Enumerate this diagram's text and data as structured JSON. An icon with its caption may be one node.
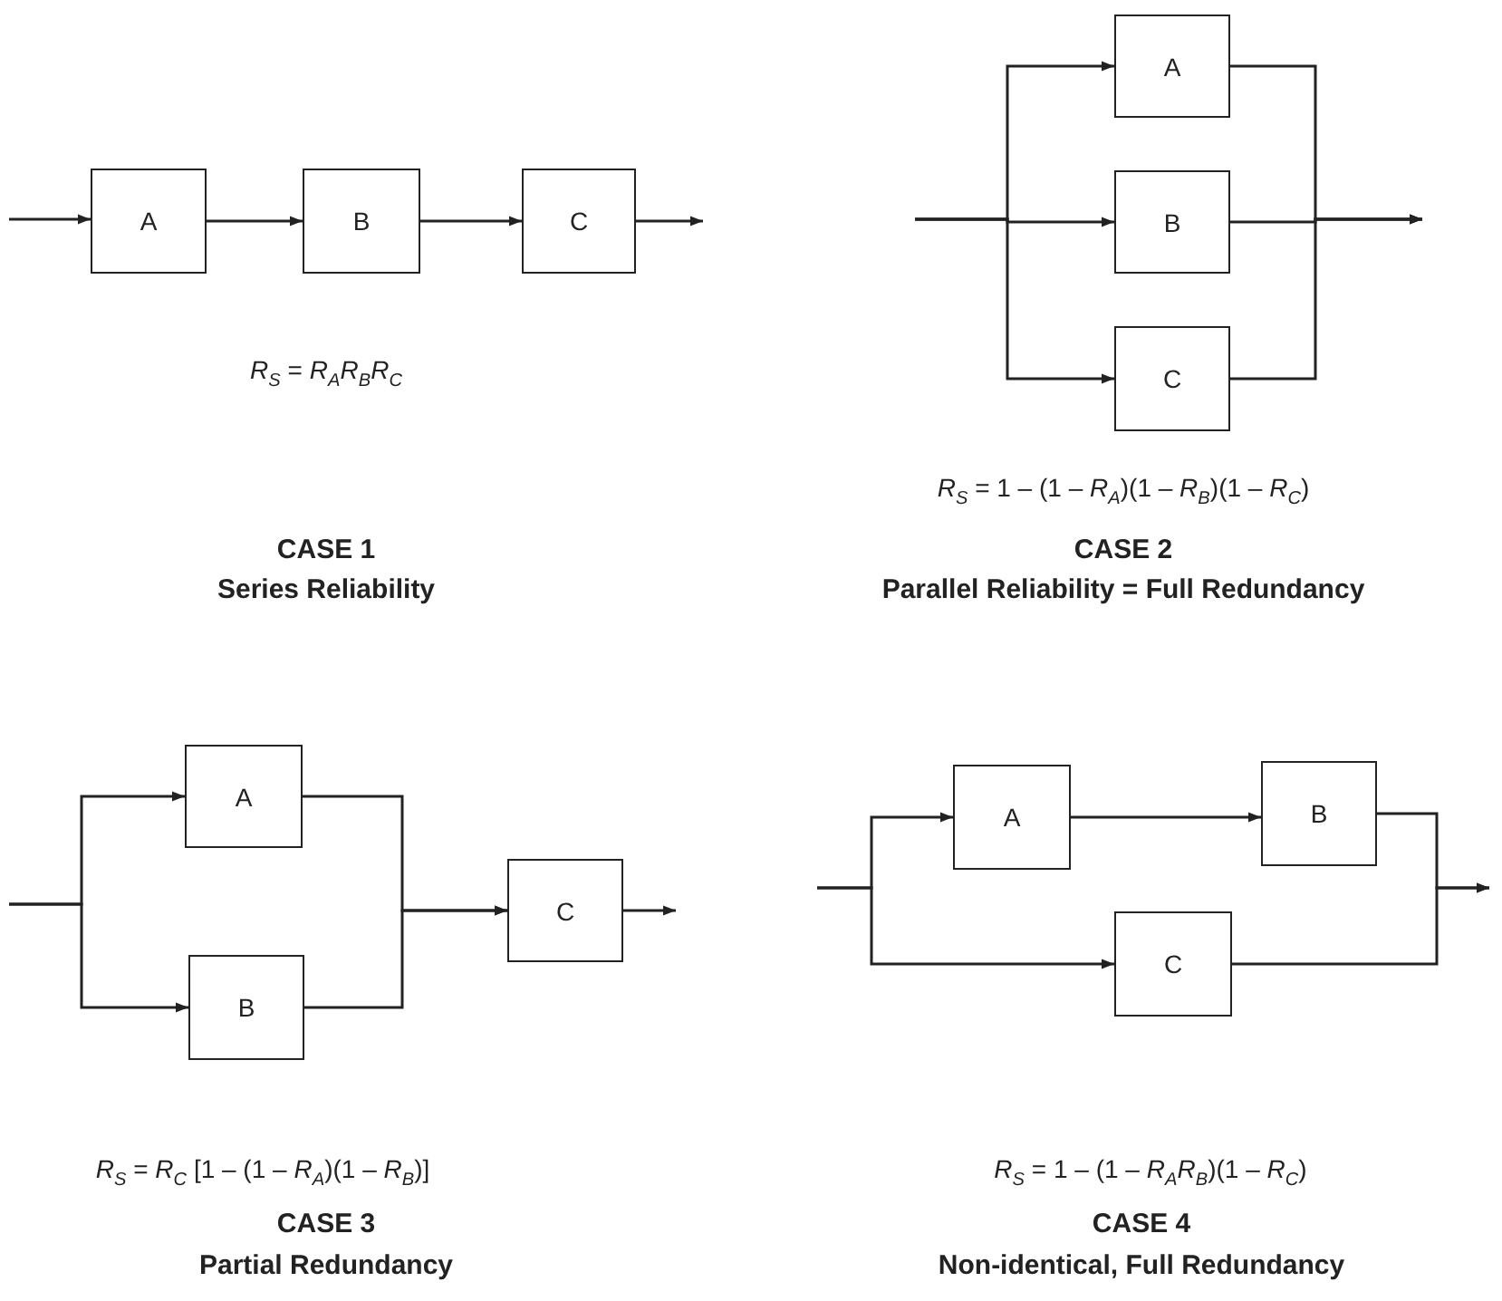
{
  "diagram": {
    "nodes": [
      {
        "text": [
          "A"
        ]
      },
      {
        "text": [
          "B"
        ]
      },
      {
        "text": [
          "C"
        ]
      },
      {
        "text": [
          "A"
        ]
      },
      {
        "text": [
          "B"
        ]
      },
      {
        "text": [
          "C"
        ]
      },
      {
        "text": [
          "A"
        ]
      },
      {
        "text": [
          "B"
        ]
      },
      {
        "text": [
          "C"
        ]
      },
      {
        "text": [
          "A"
        ]
      },
      {
        "text": [
          "B"
        ]
      },
      {
        "text": [
          "C"
        ]
      }
    ],
    "edges": [
      {
        "from": null,
        "to": 0,
        "arrow": "to"
      },
      {
        "from": 0,
        "to": 1,
        "arrow": "to"
      },
      {
        "from": 1,
        "to": 2,
        "arrow": "to"
      },
      {
        "from": 2,
        "to": null,
        "arrow": "to"
      },
      {
        "from": null,
        "to": 3,
        "arrow": "to"
      },
      {
        "from": null,
        "to": 4,
        "arrow": "to"
      },
      {
        "from": null,
        "to": 5,
        "arrow": "to"
      },
      {
        "from": 3,
        "to": null,
        "arrow": "to"
      },
      {
        "from": 4,
        "to": null,
        "arrow": "to"
      },
      {
        "from": 5,
        "to": null,
        "arrow": "to"
      },
      {
        "from": null,
        "to": 6,
        "arrow": "to"
      },
      {
        "from": null,
        "to": 7,
        "arrow": "to"
      },
      {
        "from": 6,
        "to": 8,
        "arrow": "to"
      },
      {
        "from": 7,
        "to": 8,
        "arrow": "to"
      },
      {
        "from": 8,
        "to": null,
        "arrow": "to"
      },
      {
        "from": null,
        "to": 9,
        "arrow": "to"
      },
      {
        "from": null,
        "to": 11,
        "arrow": "to"
      },
      {
        "from": 9,
        "to": 10,
        "arrow": "to"
      },
      {
        "from": 10,
        "to": null,
        "arrow": "to"
      },
      {
        "from": 11,
        "to": null,
        "arrow": "to"
      }
    ],
    "labels": [
      "*R*$_{S}$ = *R*$_{A}$*R*$_{B}$*R*$_{C}$",
      "*R*$_{S}$ = 1 – (1 – *R*$_{A}$)(1 – *R*$_{B}$)(1 – *R*$_{C}$)",
      "CASE 1",
      "Series Reliability",
      "CASE 2",
      "Parallel Reliability = Full Redundancy",
      "*R*$_{S}$ = *R*$_{C}$ [1 – (1 – *R*$_{A}$)(1 – *R*$_{B}$)]",
      "*R*$_{S}$ = 1 – (1 – *R*$_{A}$*R*$_{B}$)(1 – *R*$_{C}$)",
      "CASE 3",
      "Partial Redundancy",
      "CASE 4",
      "Non-identical, Full Redundancy"
    ]
  }
}
